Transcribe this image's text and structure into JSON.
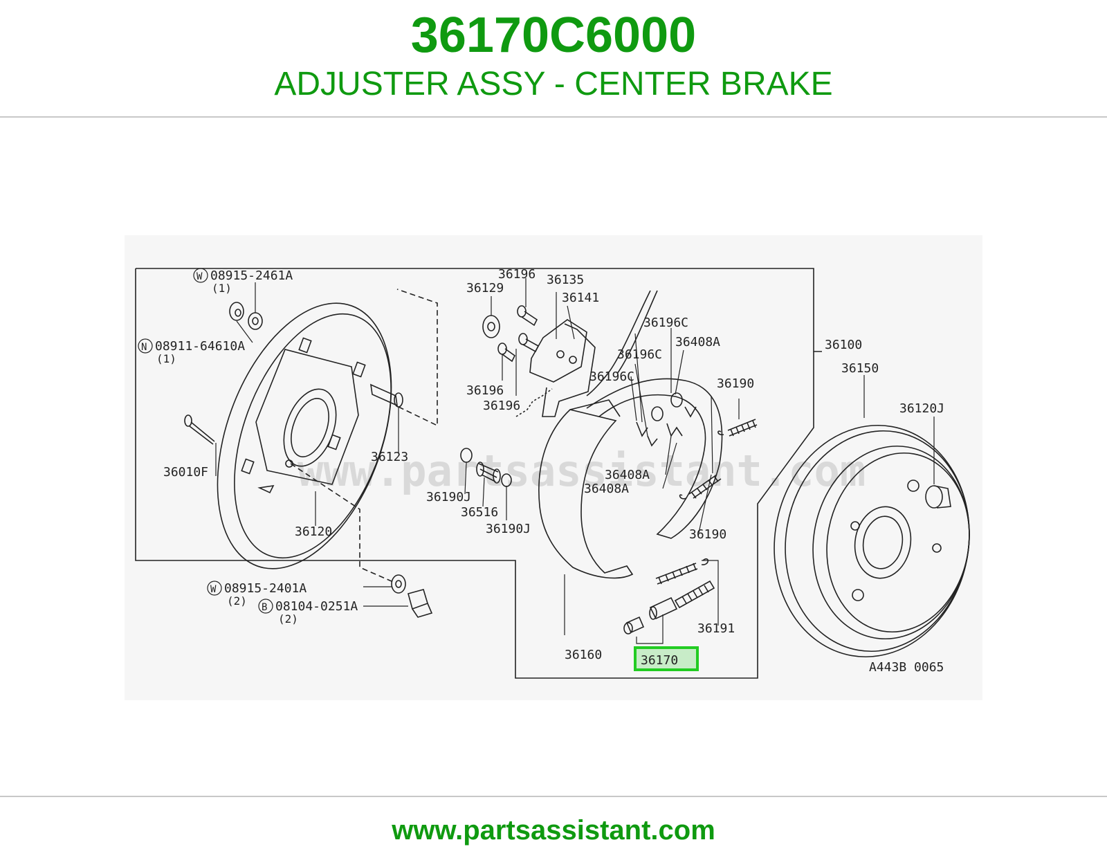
{
  "header": {
    "part_number": "36170C6000",
    "part_name": "ADJUSTER ASSY - CENTER BRAKE"
  },
  "diagram": {
    "watermark": "www.partsassistant.com",
    "diagram_code": "A443B 0065",
    "highlighted_part": "36170",
    "labels": {
      "w_08915_2461a": "08915-2461A",
      "qty_1a": "(1)",
      "n_08911_64610a": "08911-64610A",
      "qty_1b": "(1)",
      "p36010f": "36010F",
      "p36120": "36120",
      "p36123": "36123",
      "w_08915_2401a": "08915-2401A",
      "qty_2a": "(2)",
      "b_08104_0251a": "08104-0251A",
      "qty_2b": "(2)",
      "p36129": "36129",
      "p36196_a": "36196",
      "p36135": "36135",
      "p36141": "36141",
      "p36196_b": "36196",
      "p36196_c": "36196",
      "p36190j_a": "36190J",
      "p36516": "36516",
      "p36190j_b": "36190J",
      "p36196c_a": "36196C",
      "p36196c_b": "36196C",
      "p36196c_c": "36196C",
      "p36408a_a": "36408A",
      "p36408a_b": "36408A",
      "p36408a_c": "36408A",
      "p36190_a": "36190",
      "p36190_b": "36190",
      "p36100": "36100",
      "p36150": "36150",
      "p36120j": "36120J",
      "p36191": "36191",
      "p36160": "36160",
      "circle_w1": "W",
      "circle_n": "N",
      "circle_w2": "W",
      "circle_b": "B"
    }
  },
  "footer": {
    "url": "www.partsassistant.com"
  },
  "colors": {
    "brand_green": "#0f9a10",
    "highlight_green": "#22cc22",
    "line": "#222222"
  }
}
